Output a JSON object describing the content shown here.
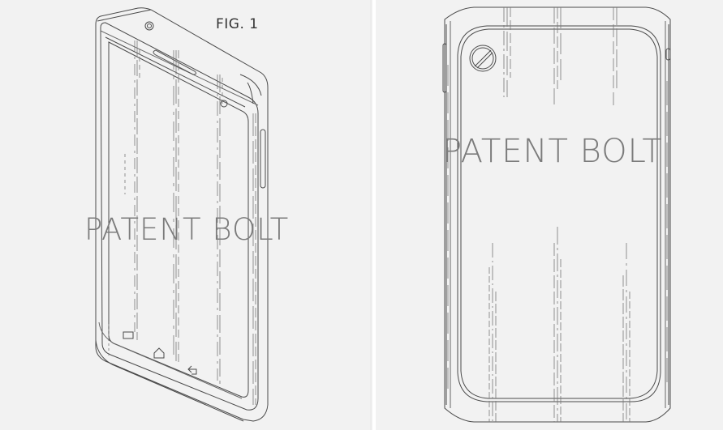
{
  "figure": {
    "label": "FIG. 1"
  },
  "panels": [
    {
      "id": "left",
      "view": "front-perspective-view",
      "watermark": "PATENT BOLT"
    },
    {
      "id": "right",
      "view": "rear-view",
      "watermark": "PATENT BOLT"
    }
  ],
  "colors": {
    "background": "#f2f2f2",
    "divider": "#ffffff",
    "line_art": "#444444",
    "watermark": "#7b7b7b"
  }
}
